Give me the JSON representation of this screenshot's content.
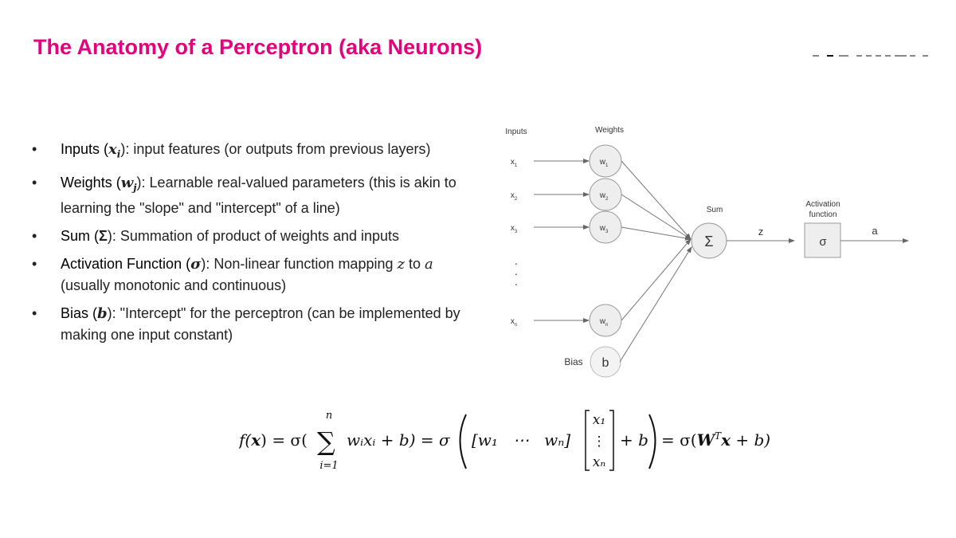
{
  "title": "The Anatomy of a Perceptron (aka Neurons)",
  "title_color": "#e5007d",
  "bullets": [
    [
      {
        "t": "Inputs (",
        "s": "b"
      },
      {
        "t": "x",
        "s": "mb"
      },
      {
        "t": "i",
        "s": "sub"
      },
      {
        "t": "): input features (or outputs from previous layers)",
        "s": ""
      }
    ],
    [
      {
        "t": "Weights (",
        "s": "b"
      },
      {
        "t": "w",
        "s": "mb"
      },
      {
        "t": "j",
        "s": "sub"
      },
      {
        "t": "): Learnable real-valued parameters (this is akin to learning the \"slope\" and \"intercept\" of a line)",
        "s": ""
      }
    ],
    [
      {
        "t": "Sum (",
        "s": "b"
      },
      {
        "t": "Σ",
        "s": "bold"
      },
      {
        "t": "): Summation of product of weights and inputs",
        "s": ""
      }
    ],
    [
      {
        "t": "Activation Function (",
        "s": "b"
      },
      {
        "t": "σ",
        "s": "mb"
      },
      {
        "t": "): Non-linear function mapping ",
        "s": ""
      },
      {
        "t": "z",
        "s": "m"
      },
      {
        "t": " to ",
        "s": ""
      },
      {
        "t": "a",
        "s": "m"
      },
      {
        "t": " (usually monotonic and continuous)",
        "s": ""
      }
    ],
    [
      {
        "t": "Bias (",
        "s": "b"
      },
      {
        "t": "b",
        "s": "mb"
      },
      {
        "t": "): \"Intercept\" for the perceptron (can be implemented by making one input constant)",
        "s": ""
      }
    ]
  ],
  "diagram": {
    "inputs_label": "Inputs",
    "weights_label": "Weights",
    "inputs": [
      "x",
      "x",
      "x",
      "x"
    ],
    "input_subs": [
      "1",
      "2",
      "3",
      "n"
    ],
    "weights": [
      "w",
      "w",
      "w",
      "w"
    ],
    "ellipsis": "·",
    "bias_label": "Bias",
    "bias_symbol": "b",
    "sum_label": "Sum",
    "sum_symbol": "Σ",
    "z_label": "z",
    "activation_label_1": "Activation",
    "activation_label_2": "function",
    "activation_symbol": "σ",
    "output_label": "a"
  },
  "formula": {
    "lhs": "f(",
    "x_bold": "x",
    "eq1": ") = σ(",
    "sum": "∑",
    "upper": "n",
    "lower": "i=1",
    "term": "wᵢxᵢ + b) = σ",
    "row": "[w₁   ⋯   wₙ]",
    "col_top": "x₁",
    "col_mid": "⋮",
    "col_bot": "xₙ",
    "plus_b": "+ b",
    "eq2": "= σ(",
    "W": "W",
    "T": "T",
    "x2": "x",
    "tail": " + b)"
  }
}
